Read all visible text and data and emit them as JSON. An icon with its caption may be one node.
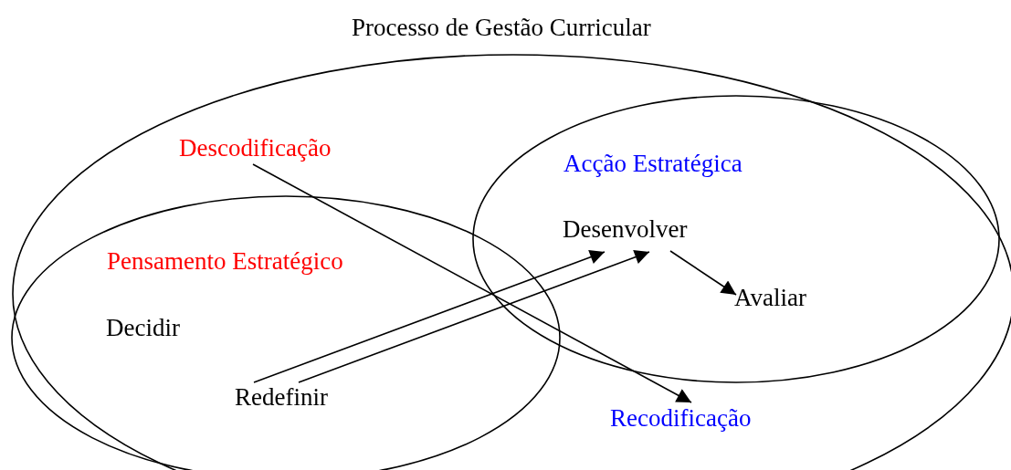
{
  "diagram": {
    "nodes": [
      {
        "text": [
          "Processo de Gestão Curricular"
        ]
      },
      {
        "text": [
          "Descodificação"
        ],
        "in": 0
      },
      {
        "text": [
          "Pensamento Estratégico"
        ],
        "in": 0
      },
      {
        "text": [
          "Decidir"
        ],
        "in": 2
      },
      {
        "text": [
          "Redefinir"
        ],
        "in": 2
      },
      {
        "text": [
          "Acção Estratégica"
        ],
        "in": 0
      },
      {
        "text": [
          "Desenvolver"
        ],
        "in": 5
      },
      {
        "text": [
          "Avaliar"
        ],
        "in": 5
      },
      {
        "text": [
          "Recodificação"
        ],
        "in": 0
      }
    ],
    "edges": [
      {
        "from": 1,
        "to": 8,
        "arrow": "to"
      },
      {
        "from": 4,
        "to": 6,
        "arrow": "to"
      },
      {
        "from": 4,
        "to": 6,
        "arrow": "to"
      },
      {
        "from": 6,
        "to": 7,
        "arrow": "to"
      }
    ]
  }
}
